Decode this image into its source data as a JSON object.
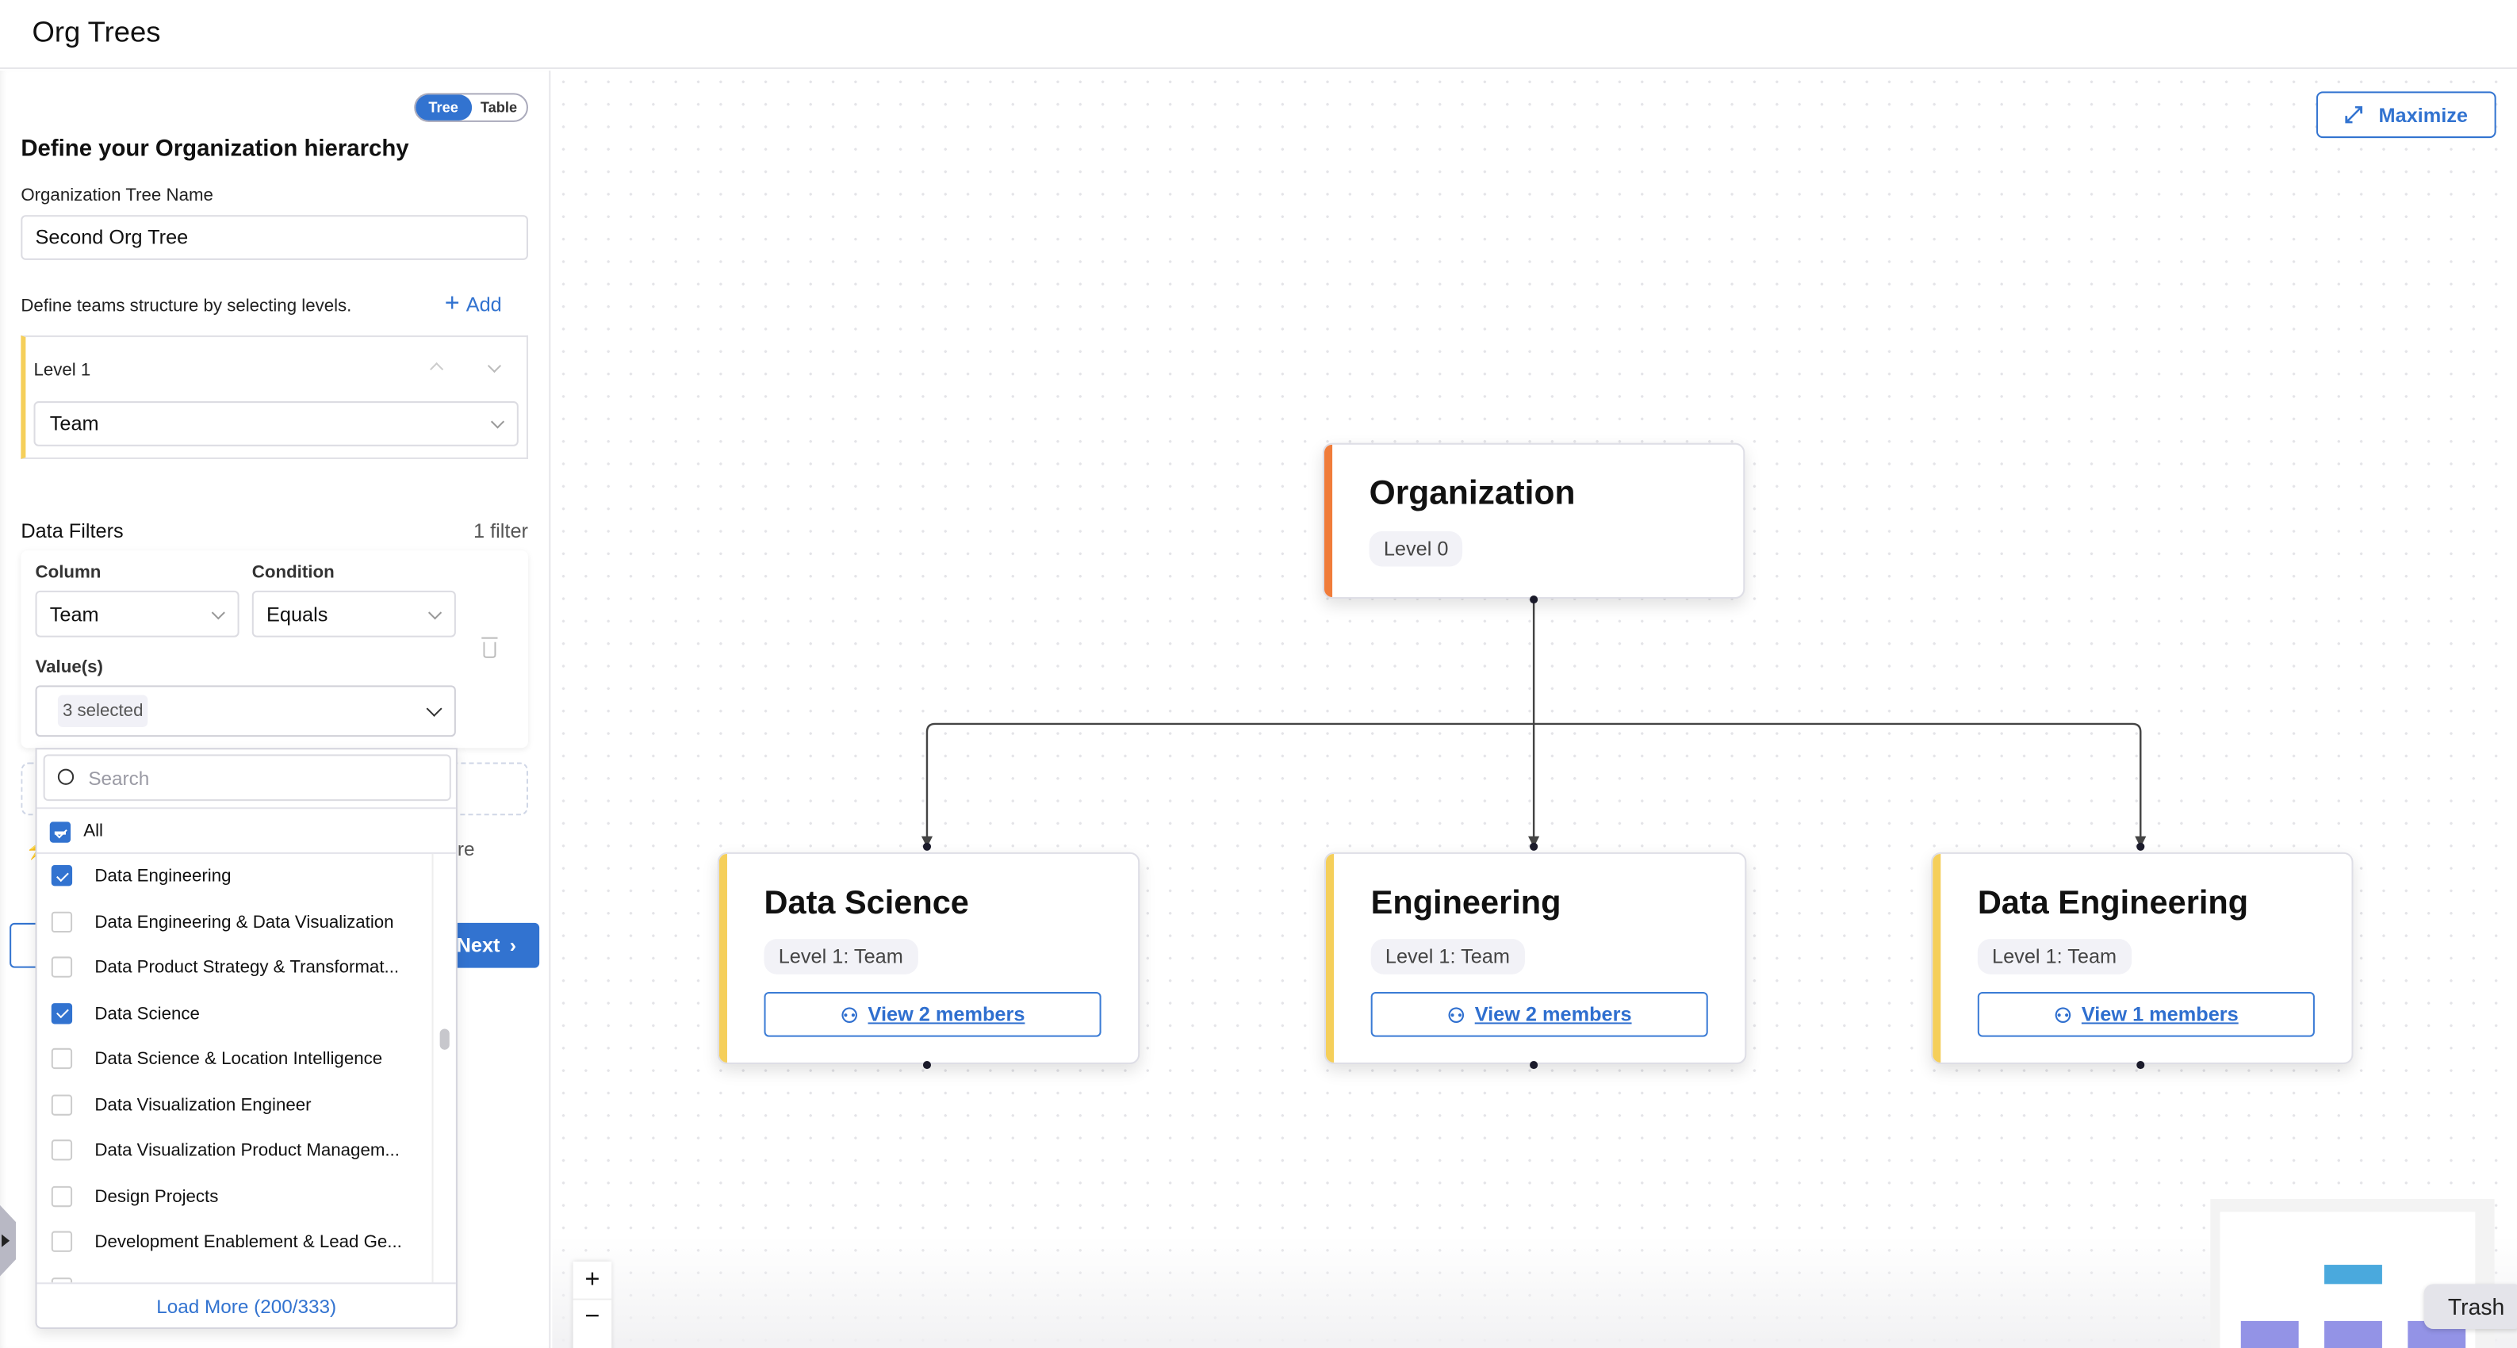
{
  "header": {
    "title": "Org Trees"
  },
  "panel": {
    "view_toggle": {
      "options": [
        "Tree",
        "Table"
      ],
      "selected": "Tree"
    },
    "heading": "Define your Organization hierarchy",
    "tree_name_label": "Organization Tree Name",
    "tree_name_value": "Second Org Tree",
    "levels_hint": "Define teams structure by selecting levels.",
    "add_label": "Add",
    "levels": [
      {
        "label": "Level 1",
        "value": "Team"
      }
    ],
    "filters_title": "Data Filters",
    "filters_count": "1 filter",
    "filter": {
      "column_label": "Column",
      "column_value": "Team",
      "condition_label": "Condition",
      "condition_value": "Equals",
      "values_label": "Value(s)",
      "values_summary": "3 selected"
    },
    "hidden_text_fragment": "re",
    "next_label": "Next"
  },
  "dropdown": {
    "search_placeholder": "Search",
    "all_label": "All",
    "items": [
      {
        "label": "Data Engineering",
        "checked": true
      },
      {
        "label": "Data Engineering & Data Visualization",
        "checked": false
      },
      {
        "label": "Data Product Strategy & Transformat...",
        "checked": false
      },
      {
        "label": "Data Science",
        "checked": true
      },
      {
        "label": "Data Science & Location Intelligence",
        "checked": false
      },
      {
        "label": "Data Visualization Engineer",
        "checked": false
      },
      {
        "label": "Data Visualization Product Managem...",
        "checked": false
      },
      {
        "label": "Design Projects",
        "checked": false
      },
      {
        "label": "Development Enablement & Lead Ge...",
        "checked": false
      }
    ],
    "load_more": "Load More (200/333)"
  },
  "canvas": {
    "maximize_label": "Maximize",
    "root": {
      "title": "Organization",
      "badge": "Level 0",
      "color": "#f07c3a"
    },
    "children": [
      {
        "title": "Data Science",
        "badge": "Level 1: Team",
        "members": "View 2 members",
        "color": "#f5cf5a"
      },
      {
        "title": "Engineering",
        "badge": "Level 1: Team",
        "members": "View 2 members",
        "color": "#f5cf5a"
      },
      {
        "title": "Data Engineering",
        "badge": "Level 1: Team",
        "members": "View 1 members",
        "color": "#f5cf5a"
      }
    ],
    "zoom_in": "+",
    "zoom_out": "−",
    "tooltip": "Trash"
  },
  "colors": {
    "accent": "#3273d0",
    "root_accent": "#f07c3a",
    "level_accent": "#f5cf5a",
    "minimap_root": "#4aa9dd",
    "minimap_child": "#9393e6"
  }
}
